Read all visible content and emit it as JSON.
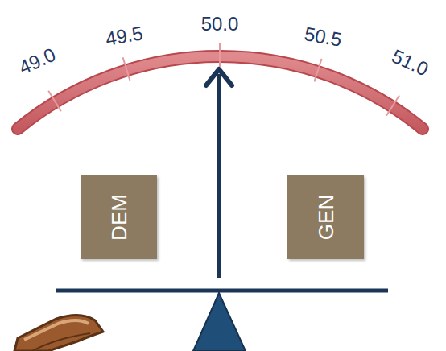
{
  "diagram": {
    "nodes": [
      {
        "text": [
          "DEM"
        ]
      },
      {
        "text": [
          "GEN"
        ]
      }
    ],
    "labels": [
      "49.0",
      "49.5",
      "50.0",
      "50.5",
      "51.0"
    ]
  }
}
